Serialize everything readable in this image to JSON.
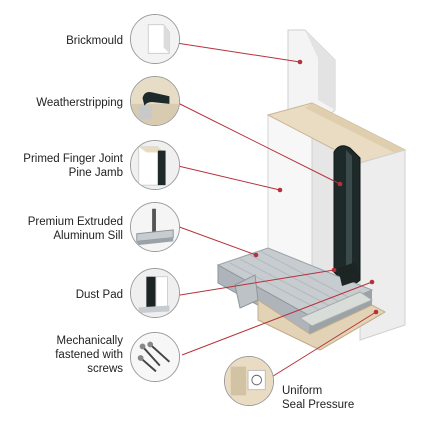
{
  "labels": {
    "brickmould": "Brickmould",
    "weatherstripping": "Weatherstripping",
    "jamb_line1": "Primed Finger Joint",
    "jamb_line2": "Pine Jamb",
    "sill_line1": "Premium Extruded",
    "sill_line2": "Aluminum Sill",
    "dust_pad": "Dust Pad",
    "screws_line1": "Mechanically",
    "screws_line2": "fastened with",
    "screws_line3": "screws",
    "seal_line1": "Uniform",
    "seal_line2": "Seal Pressure"
  },
  "colors": {
    "leader_line": "#b5323c",
    "leader_dot": "#b5323c",
    "label_text": "#222222",
    "thumb_border": "#9a9a9a",
    "frame_white": "#ffffff",
    "wood": "#e9dcc2",
    "weatherstrip": "#1e2a2a",
    "aluminum": "#c7ccd0"
  }
}
